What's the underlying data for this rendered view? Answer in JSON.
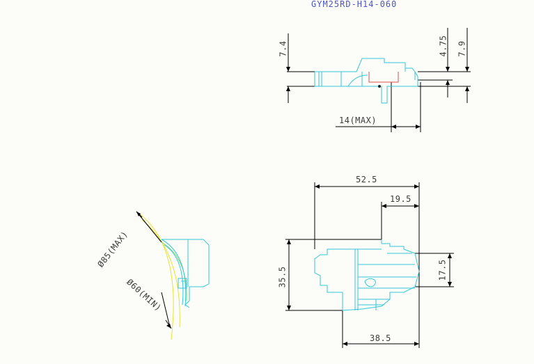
{
  "title": "GYM25RD-H14-060",
  "side_view": {
    "dim_height_left": "7.4",
    "dim_height_top": "4.75",
    "dim_height_total": "7.9",
    "dim_travel": "14(MAX)"
  },
  "front_view": {
    "dim_width": "52.5",
    "dim_offset": "19.5",
    "dim_height": "35.5",
    "dim_right": "17.5",
    "dim_bottom": "38.5"
  },
  "radius_view": {
    "dim_max": "Ø85(MAX)",
    "dim_min": "Ø60(MIN)"
  },
  "colors": {
    "dimension_line": "#000000",
    "outline": "#33c7d6",
    "hidden": "#e05050",
    "arc_yellow": "#e6e23a",
    "title": "#4a54c8"
  }
}
